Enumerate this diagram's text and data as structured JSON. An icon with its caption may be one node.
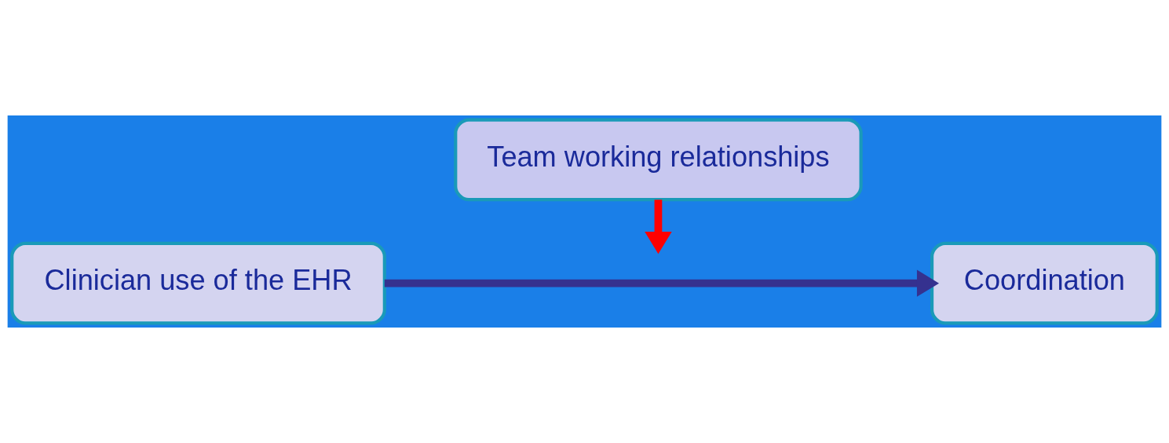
{
  "diagram": {
    "nodes": [
      {
        "text": [
          "Team working relationships"
        ]
      },
      {
        "text": [
          "Clinician use of the EHR"
        ]
      },
      {
        "text": [
          "Coordination"
        ]
      }
    ],
    "edges": [
      {
        "from": 0,
        "to": null,
        "arrow": "to",
        "color": "#ff0000"
      },
      {
        "from": 1,
        "to": 2,
        "arrow": "to",
        "color": "#35318f"
      }
    ]
  }
}
